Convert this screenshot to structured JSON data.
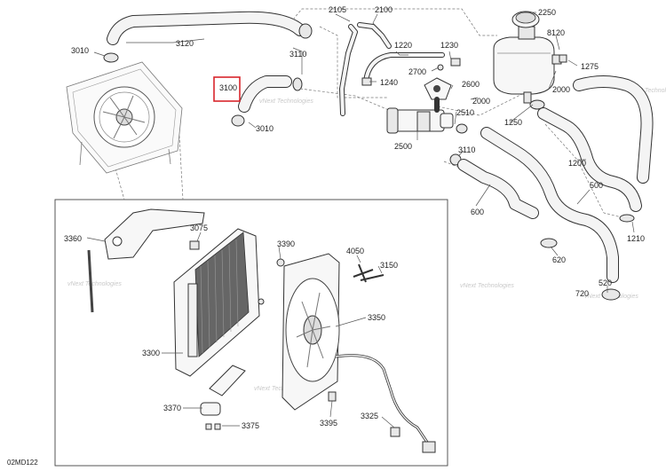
{
  "diagram_code": "02MD122",
  "watermark": "vNext Technologies",
  "callouts": {
    "c3010a": "3010",
    "c3120": "3120",
    "c3100": "3100",
    "c3010b": "3010",
    "c3110a": "3110",
    "c2105": "2105",
    "c2100": "2100",
    "c1220": "1220",
    "c1230": "1230",
    "c2700": "2700",
    "c1240": "1240",
    "c2600": "2600",
    "c2000b": "2000",
    "c2510": "2510",
    "c2500": "2500",
    "c3110b": "3110",
    "c2250": "2250",
    "c8120": "8120",
    "c1275": "1275",
    "c2000": "2000",
    "c1250": "1250",
    "c1200": "1200",
    "c500": "500",
    "c600": "600",
    "c1210": "1210",
    "c620": "620",
    "c520": "520",
    "c720": "720",
    "c3360": "3360",
    "c3075": "3075",
    "c3390": "3390",
    "c4050": "4050",
    "c3150": "3150",
    "c3350": "3350",
    "c3300": "3300",
    "c3370": "3370",
    "c3395": "3395",
    "c3325": "3325",
    "c3375": "3375"
  },
  "highlight": {
    "label": "3100",
    "color": "#d9262c"
  }
}
